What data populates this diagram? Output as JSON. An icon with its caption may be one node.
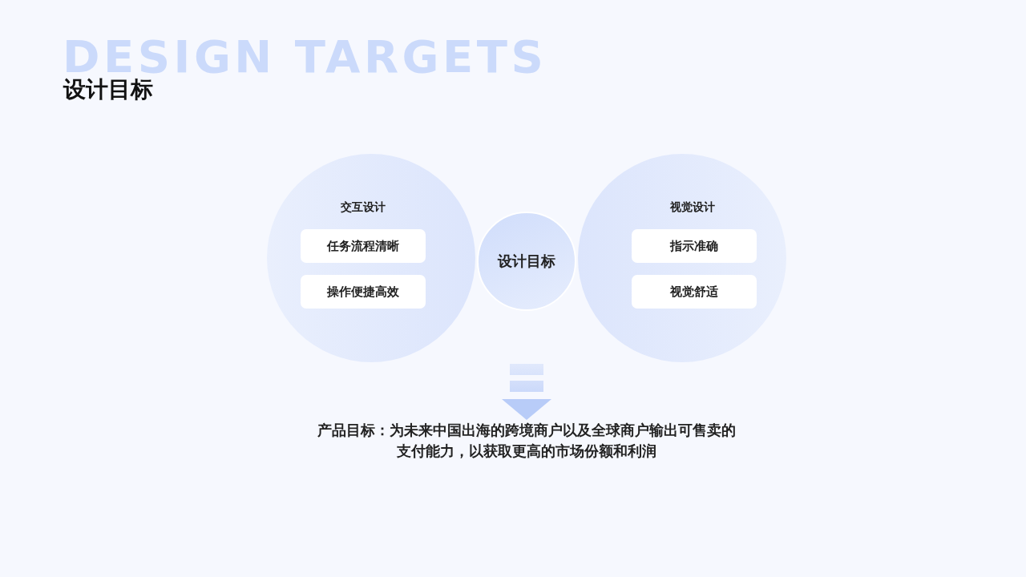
{
  "diagram": {
    "title": "设计目标",
    "nodes": [
      {
        "text": [
          "交互设计"
        ]
      },
      {
        "text": [
          "任务流程清晰"
        ],
        "in": 0
      },
      {
        "text": [
          "操作便捷高效"
        ],
        "in": 0
      },
      {
        "text": [
          "设计目标"
        ]
      },
      {
        "text": [
          "视觉设计"
        ]
      },
      {
        "text": [
          "指示准确"
        ],
        "in": 4
      },
      {
        "text": [
          "视觉舒适"
        ],
        "in": 4
      },
      {
        "text": [
          "产品目标：为未来中国出海的跨境商户以及全球商户输出可售卖的支付能力，以获取更高的市场份额和利润"
        ]
      }
    ],
    "edges": [
      {
        "from": 3,
        "to": 7,
        "arrow": "to"
      }
    ],
    "labels": [
      "DESIGN TARGETS"
    ]
  }
}
